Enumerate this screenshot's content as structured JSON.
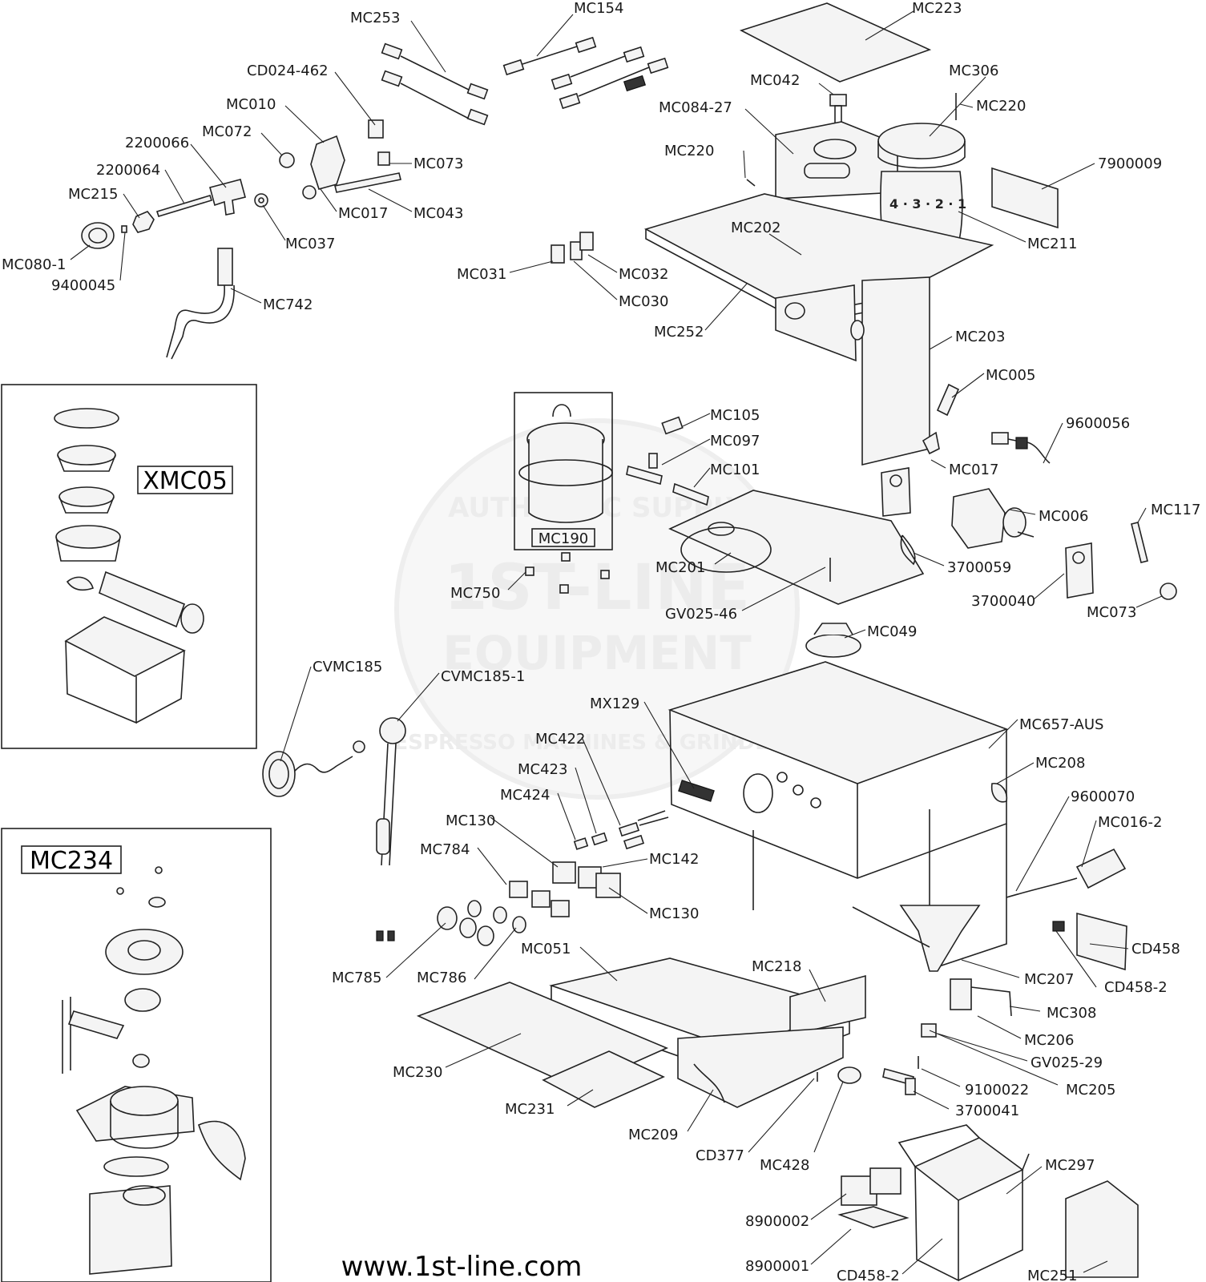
{
  "diagram": {
    "footer_url": "www.1st-line.com",
    "watermark": {
      "line1": "1ST-LINE",
      "line2": "EQUIPMENT",
      "arc_top": "AUTHENTIC SUPPLY",
      "arc_bottom": "ESPRESSO MACHINES & GRINDERS"
    },
    "insets": {
      "xmc05": "XMC05",
      "mc190": "MC190",
      "mc234": "MC234"
    },
    "labels": {
      "mc253": "MC253",
      "mc154": "MC154",
      "mc223": "MC223",
      "cd024_462": "CD024-462",
      "mc042": "MC042",
      "mc306": "MC306",
      "mc010": "MC010",
      "mc084_27": "MC084-27",
      "mc220_a": "MC220",
      "mc072": "MC072",
      "mc220_b": "MC220",
      "n2200066": "2200066",
      "mc073_a": "MC073",
      "n7900009": "7900009",
      "n2200064": "2200064",
      "mc202": "MC202",
      "mc215": "MC215",
      "mc017_a": "MC017",
      "mc043": "MC043",
      "mc211": "MC211",
      "mc037": "MC037",
      "mc080_1": "MC080-1",
      "mc031": "MC031",
      "mc032": "MC032",
      "n9400045": "9400045",
      "mc030": "MC030",
      "mc742": "MC742",
      "mc252": "MC252",
      "mc203": "MC203",
      "mc005": "MC005",
      "mc105": "MC105",
      "n9600056": "9600056",
      "mc097": "MC097",
      "mc101": "MC101",
      "mc017_b": "MC017",
      "mc117": "MC117",
      "mc006": "MC006",
      "mc201": "MC201",
      "n3700059": "3700059",
      "mc750": "MC750",
      "n3700040": "3700040",
      "gv025_46": "GV025-46",
      "mc073_b": "MC073",
      "mc049": "MC049",
      "cvmc185": "CVMC185",
      "cvmc185_1": "CVMC185-1",
      "mx129": "MX129",
      "mc657_aus": "MC657-AUS",
      "mc422": "MC422",
      "mc208": "MC208",
      "mc423": "MC423",
      "mc424": "MC424",
      "n9600070": "9600070",
      "mc130_a": "MC130",
      "mc016_2": "MC016-2",
      "mc784": "MC784",
      "mc142": "MC142",
      "mc130_b": "MC130",
      "cd458": "CD458",
      "mc051": "MC051",
      "mc218": "MC218",
      "mc785": "MC785",
      "mc786": "MC786",
      "mc207": "MC207",
      "cd458_2a": "CD458-2",
      "mc308": "MC308",
      "mc206": "MC206",
      "gv025_29": "GV025-29",
      "mc230": "MC230",
      "n9100022": "9100022",
      "mc205": "MC205",
      "mc231": "MC231",
      "n3700041": "3700041",
      "mc209": "MC209",
      "cd377": "CD377",
      "mc428": "MC428",
      "mc297": "MC297",
      "n8900002": "8900002",
      "n8900001": "8900001",
      "cd458_2b": "CD458-2",
      "mc251": "MC251"
    }
  }
}
